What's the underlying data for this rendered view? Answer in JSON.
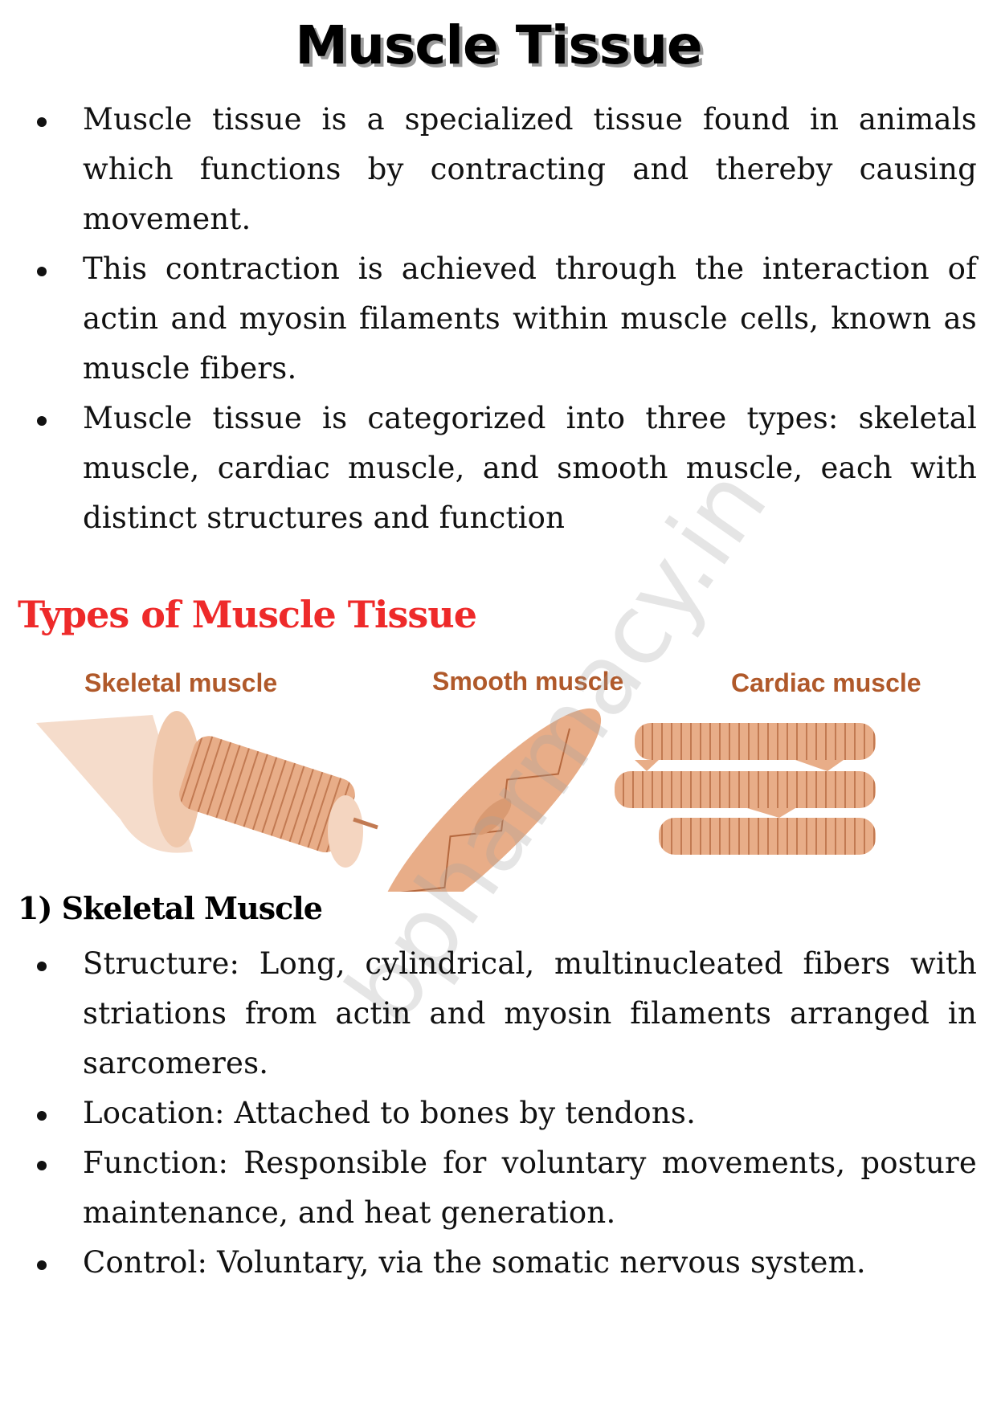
{
  "title": "Muscle Tissue",
  "intro_bullets": [
    "Muscle tissue is a specialized tissue found in animals which functions by contracting and thereby causing movement.",
    "This contraction is achieved through the interaction of actin and myosin filaments within muscle cells, known as muscle fibers.",
    "Muscle tissue is categorized into three types: skeletal muscle, cardiac muscle, and smooth muscle, each with distinct structures and function"
  ],
  "types_heading": "Types of Muscle Tissue",
  "figure": {
    "labels": [
      "Skeletal muscle",
      "Smooth muscle",
      "Cardiac muscle"
    ]
  },
  "watermark": "bpharmacy.in",
  "skeletal": {
    "heading": "1) Skeletal Muscle",
    "bullets": [
      "Structure: Long, cylindrical, multinucleated fibers with striations from actin and myosin filaments arranged in sarcomeres.",
      "Location: Attached to bones by tendons.",
      "Function: Responsible for voluntary movements, posture maintenance, and heat generation.",
      "Control: Voluntary, via the somatic nervous system."
    ]
  },
  "colors": {
    "heading_red": "#ee2a2a",
    "label_brown": "#b0592a",
    "muscle": "#e8b08c"
  }
}
